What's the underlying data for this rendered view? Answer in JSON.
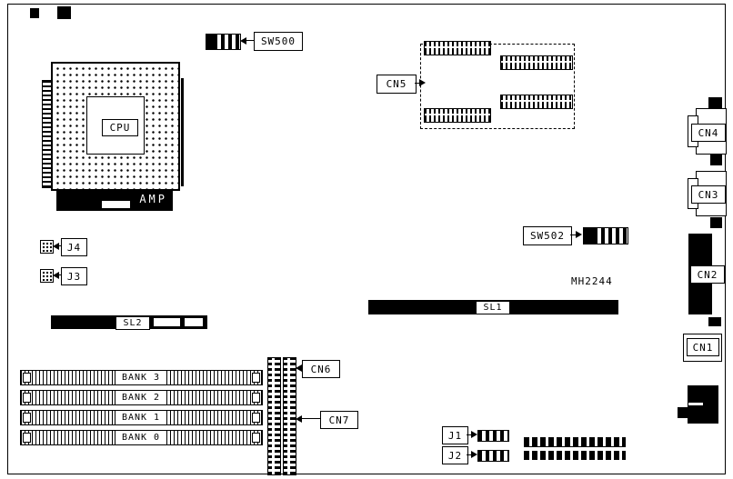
{
  "board": {
    "part_number": "MH2244",
    "cpu": {
      "label": "CPU",
      "bracket_label": "AMP"
    },
    "switches": {
      "sw500": "SW500",
      "sw502": "SW502"
    },
    "connectors": {
      "cn1": "CN1",
      "cn2": "CN2",
      "cn3": "CN3",
      "cn4": "CN4",
      "cn5": "CN5",
      "cn6": "CN6",
      "cn7": "CN7"
    },
    "jumpers": {
      "j1": "J1",
      "j2": "J2",
      "j3": "J3",
      "j4": "J4"
    },
    "slots": {
      "sl1": "SL1",
      "sl2": "SL2"
    },
    "banks": [
      "BANK 3",
      "BANK 2",
      "BANK 1",
      "BANK 0"
    ],
    "colors": {
      "ink": "#000000",
      "background": "#ffffff"
    }
  }
}
